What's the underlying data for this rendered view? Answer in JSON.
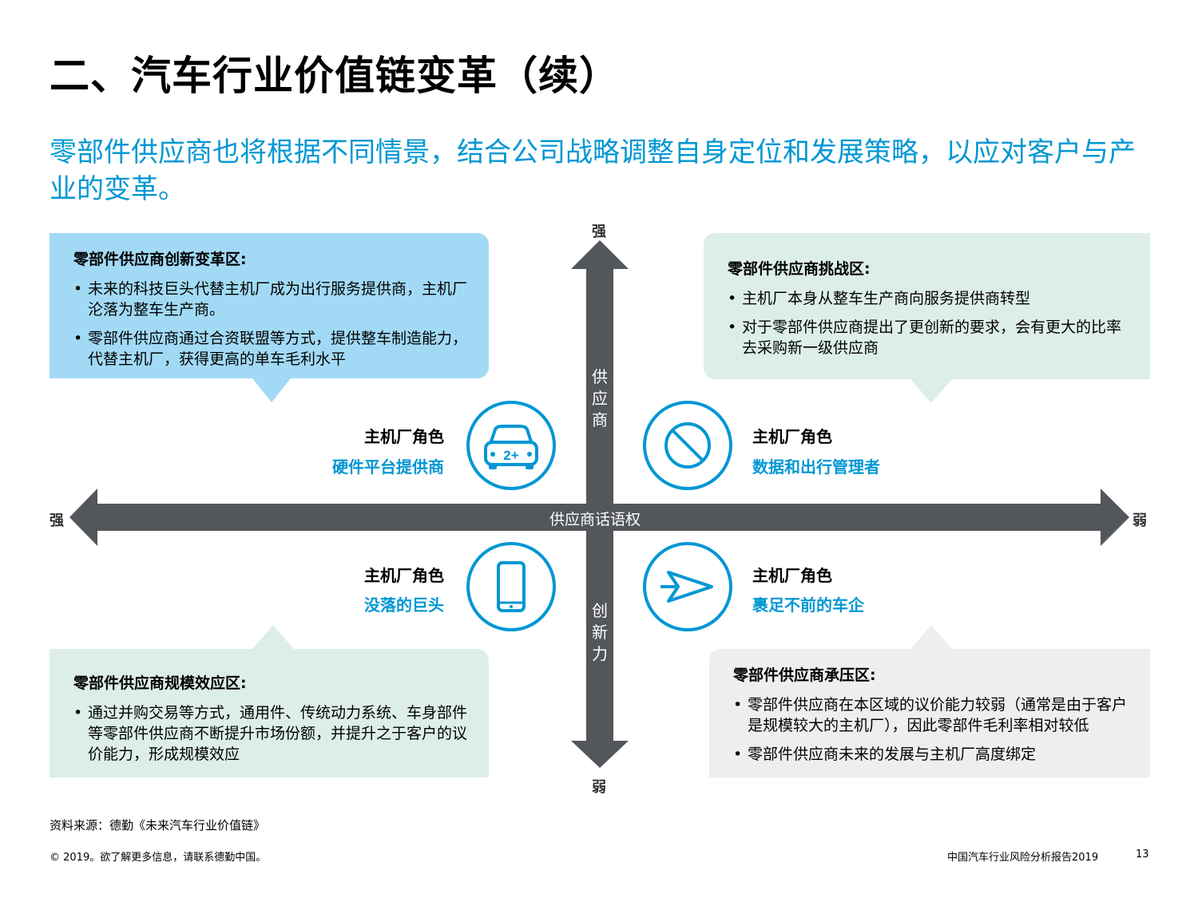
{
  "title": "二、汽车行业价值链变革（续）",
  "subtitle": "零部件供应商也将根据不同情景，结合公司战略调整自身定位和发展策略，以应对客户与产业的变革。",
  "axis": {
    "top": "强",
    "bottom": "弱",
    "left": "强",
    "right": "弱",
    "vertical_upper_label": "供应商",
    "vertical_lower_label": "创新力",
    "horizontal_label": "供应商话语权"
  },
  "boxes": {
    "top_left": {
      "heading": "零部件供应商创新变革区:",
      "bullets": [
        "未来的科技巨头代替主机厂成为出行服务提供商，主机厂沦落为整车生产商。",
        "零部件供应商通过合资联盟等方式，提供整车制造能力，代替主机厂，获得更高的单车毛利水平"
      ]
    },
    "top_right": {
      "heading": "零部件供应商挑战区:",
      "bullets": [
        "主机厂本身从整车生产商向服务提供商转型",
        "对于零部件供应商提出了更创新的要求，会有更大的比率去采购新一级供应商"
      ]
    },
    "bottom_left": {
      "heading": "零部件供应商规模效应区:",
      "bullets": [
        "通过并购交易等方式，通用件、传统动力系统、车身部件等零部件供应商不断提升市场份额，并提升之于客户的议价能力，形成规模效应"
      ]
    },
    "bottom_right": {
      "heading": "零部件供应商承压区:",
      "bullets": [
        "零部件供应商在本区域的议价能力较弱（通常是由于客户是规模较大的主机厂），因此零部件毛利率相对较低",
        "零部件供应商未来的发展与主机厂高度绑定"
      ]
    }
  },
  "quadrants": {
    "top_left": {
      "role": "主机厂角色",
      "desc": "硬件平台提供商",
      "icon": "car-2plus-icon",
      "icon_text": "2+"
    },
    "top_right": {
      "role": "主机厂角色",
      "desc": "数据和出行管理者",
      "icon": "prohibited-icon"
    },
    "bottom_left": {
      "role": "主机厂角色",
      "desc": "没落的巨头",
      "icon": "smartphone-icon"
    },
    "bottom_right": {
      "role": "主机厂角色",
      "desc": "裹足不前的车企",
      "icon": "navigation-arrow-icon"
    }
  },
  "source": "资料来源：德勤《未来汽车行业价值链》",
  "footer": {
    "copyright": "© 2019。欲了解更多信息，请联系德勤中国。",
    "report": "中国汽车行业风险分析报告2019",
    "page": "13"
  },
  "colors": {
    "accent_blue": "#0097D3",
    "box_blue": "#A2DAF6",
    "box_green": "#DDEEE8",
    "box_grey": "#EEEEEE",
    "arrow": "#53565A"
  }
}
